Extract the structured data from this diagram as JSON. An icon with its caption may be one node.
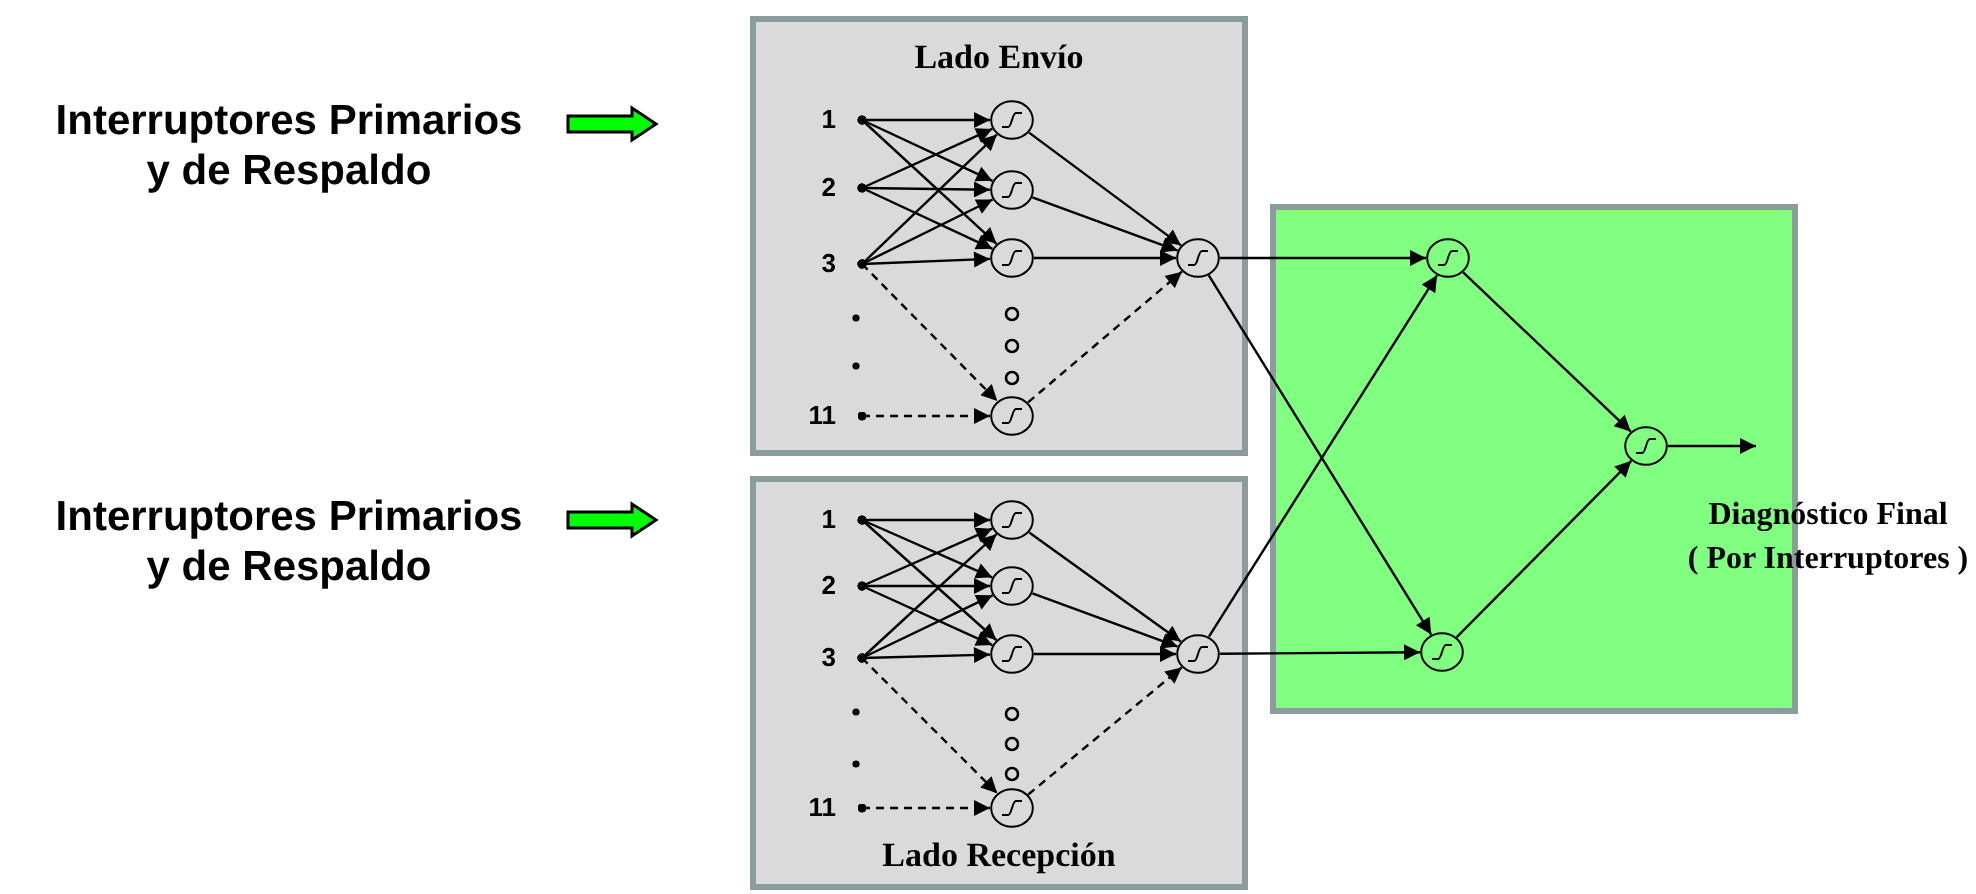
{
  "diagram": {
    "nodes": [
      {
        "text": [
          "Interruptores Primarios y de Respaldo"
        ]
      },
      {
        "text": [
          "Lado Envío"
        ]
      },
      {
        "text": [
          "1"
        ],
        "in": 1
      },
      {
        "text": [
          "2"
        ],
        "in": 1
      },
      {
        "text": [
          "3"
        ],
        "in": 1
      },
      {
        "text": [
          "11"
        ],
        "in": 1
      },
      {
        "text": [],
        "shape": "circle",
        "in": 1
      },
      {
        "text": [],
        "shape": "circle",
        "in": 1
      },
      {
        "text": [],
        "shape": "circle",
        "in": 1
      },
      {
        "text": [],
        "shape": "circle",
        "in": 1
      },
      {
        "text": [],
        "shape": "circle",
        "in": 1
      },
      {
        "text": [
          "Interruptores Primarios y de Respaldo"
        ]
      },
      {
        "text": [
          "Lado Recepción"
        ]
      },
      {
        "text": [
          "1"
        ],
        "in": 12
      },
      {
        "text": [
          "2"
        ],
        "in": 12
      },
      {
        "text": [
          "3"
        ],
        "in": 12
      },
      {
        "text": [
          "11"
        ],
        "in": 12
      },
      {
        "text": [],
        "shape": "circle",
        "in": 12
      },
      {
        "text": [],
        "shape": "circle",
        "in": 12
      },
      {
        "text": [],
        "shape": "circle",
        "in": 12
      },
      {
        "text": [],
        "shape": "circle",
        "in": 12
      },
      {
        "text": [],
        "shape": "circle",
        "in": 12
      },
      {
        "text": [],
        "shape": "box"
      },
      {
        "text": [],
        "shape": "circle",
        "in": 22
      },
      {
        "text": [],
        "shape": "circle",
        "in": 22
      },
      {
        "text": [],
        "shape": "circle",
        "in": 22
      }
    ],
    "edges": [
      {
        "from": 0,
        "to": 1,
        "arrow": "to",
        "style": "thick",
        "color": "#00ff00"
      },
      {
        "from": 2,
        "to": 6,
        "arrow": "to"
      },
      {
        "from": 2,
        "to": 7,
        "arrow": "to"
      },
      {
        "from": 2,
        "to": 8,
        "arrow": "to"
      },
      {
        "from": 3,
        "to": 6,
        "arrow": "to"
      },
      {
        "from": 3,
        "to": 7,
        "arrow": "to"
      },
      {
        "from": 3,
        "to": 8,
        "arrow": "to"
      },
      {
        "from": 4,
        "to": 6,
        "arrow": "to"
      },
      {
        "from": 4,
        "to": 7,
        "arrow": "to"
      },
      {
        "from": 4,
        "to": 8,
        "arrow": "to"
      },
      {
        "from": 4,
        "to": 9,
        "arrow": "to",
        "style": "dashed"
      },
      {
        "from": 5,
        "to": 9,
        "arrow": "to",
        "style": "dashed"
      },
      {
        "from": 6,
        "to": 10,
        "arrow": "to"
      },
      {
        "from": 7,
        "to": 10,
        "arrow": "to"
      },
      {
        "from": 8,
        "to": 10,
        "arrow": "to"
      },
      {
        "from": 9,
        "to": 10,
        "arrow": "to",
        "style": "dashed"
      },
      {
        "from": 11,
        "to": 12,
        "arrow": "to",
        "style": "thick",
        "color": "#00ff00"
      },
      {
        "from": 13,
        "to": 17,
        "arrow": "to"
      },
      {
        "from": 13,
        "to": 18,
        "arrow": "to"
      },
      {
        "from": 13,
        "to": 19,
        "arrow": "to"
      },
      {
        "from": 14,
        "to": 17,
        "arrow": "to"
      },
      {
        "from": 14,
        "to": 18,
        "arrow": "to"
      },
      {
        "from": 14,
        "to": 19,
        "arrow": "to"
      },
      {
        "from": 15,
        "to": 17,
        "arrow": "to"
      },
      {
        "from": 15,
        "to": 18,
        "arrow": "to"
      },
      {
        "from": 15,
        "to": 19,
        "arrow": "to"
      },
      {
        "from": 15,
        "to": 20,
        "arrow": "to",
        "style": "dashed"
      },
      {
        "from": 16,
        "to": 20,
        "arrow": "to",
        "style": "dashed"
      },
      {
        "from": 17,
        "to": 21,
        "arrow": "to"
      },
      {
        "from": 18,
        "to": 21,
        "arrow": "to"
      },
      {
        "from": 19,
        "to": 21,
        "arrow": "to"
      },
      {
        "from": 20,
        "to": 21,
        "arrow": "to",
        "style": "dashed"
      },
      {
        "from": 10,
        "to": 23,
        "arrow": "to"
      },
      {
        "from": 10,
        "to": 24,
        "arrow": "to"
      },
      {
        "from": 21,
        "to": 23,
        "arrow": "to"
      },
      {
        "from": 21,
        "to": 24,
        "arrow": "to"
      },
      {
        "from": 23,
        "to": 25,
        "arrow": "to"
      },
      {
        "from": 24,
        "to": 25,
        "arrow": "to"
      },
      {
        "from": 25,
        "to": null,
        "arrow": "to"
      }
    ],
    "labels": [
      "Diagnóstico Final",
      "( Por Interruptores )"
    ]
  }
}
